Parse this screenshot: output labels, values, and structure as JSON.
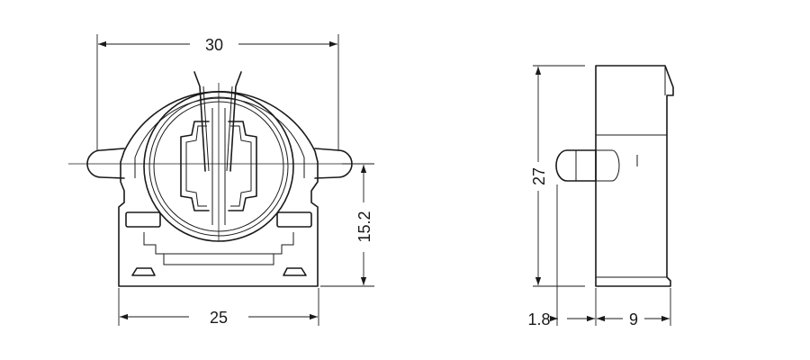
{
  "front_view": {
    "overall_width": "30",
    "base_width": "25",
    "center_height": "15.2"
  },
  "side_view": {
    "height": "27",
    "pin_length": "1.8",
    "depth": "9"
  }
}
